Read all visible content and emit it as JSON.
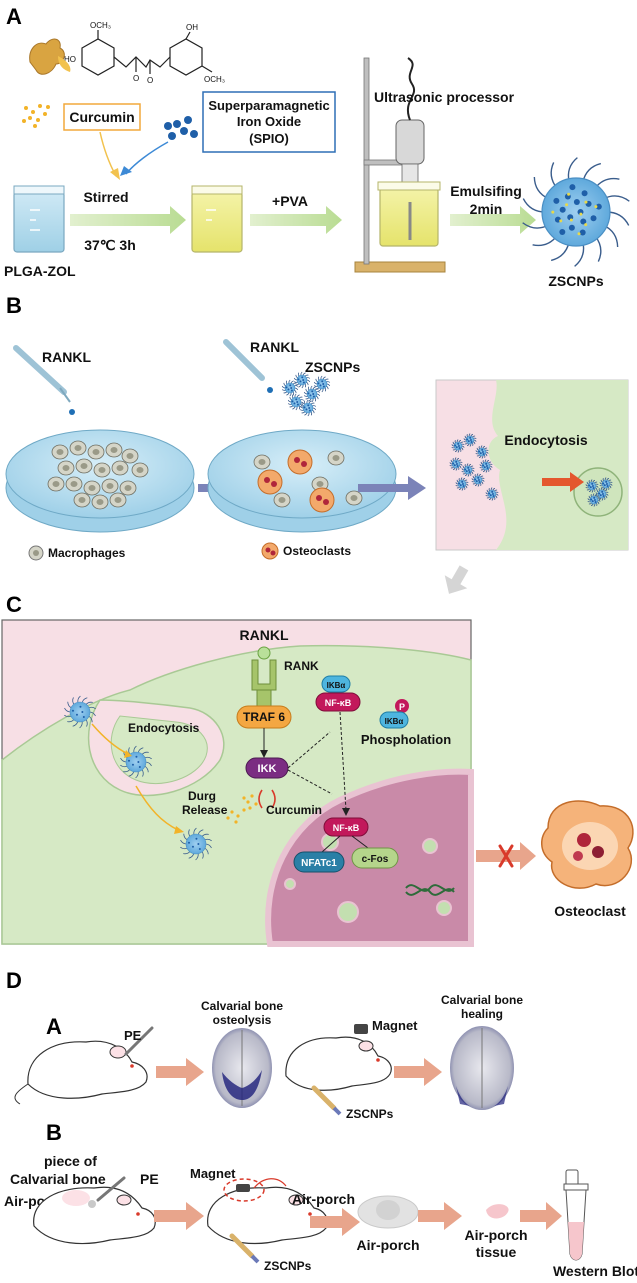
{
  "panels": {
    "a": "A",
    "b": "B",
    "c": "C",
    "d": "D",
    "d_sub_a": "A",
    "d_sub_b": "B"
  },
  "panel_a": {
    "curcumin": "Curcumin",
    "spio_line1": "Superparamagnetic",
    "spio_line2": "Iron Oxide",
    "spio_line3": "(SPIO)",
    "ultrasonic": "Ultrasonic processor",
    "stirred": "Stirred",
    "conditions": "37℃ 3h",
    "pva": "+PVA",
    "emulsifing": "Emulsifing",
    "duration": "2min",
    "plga": "PLGA-ZOL",
    "zscnps": "ZSCNPs",
    "och3_top": "OCH₃",
    "och3_bottom": "OCH₃",
    "ho": "HO",
    "oh": "OH",
    "o1": "O",
    "o2": "O"
  },
  "panel_b": {
    "rankl1": "RANKL",
    "rankl2": "RANKL",
    "zscnps": "ZSCNPs",
    "endocytosis": "Endocytosis",
    "macrophages": "Macrophages",
    "osteoclasts": "Osteoclasts"
  },
  "panel_c": {
    "rankl": "RANKL",
    "rank": "RANK",
    "traf6": "TRAF 6",
    "ikba1": "IKBα",
    "nfkb1": "NF-κB",
    "p": "P",
    "ikba2": "IKBα",
    "phospholation": "Phospholation",
    "ikk": "IKK",
    "curcumin": "Curcumin",
    "endocytosis": "Endocytosis",
    "durg": "Durg",
    "release": "Release",
    "nfkb2": "NF-κB",
    "nfatc1": "NFATc1",
    "cfos": "c-Fos",
    "osteoclast": "Osteoclast"
  },
  "panel_d": {
    "pe1": "PE",
    "osteolysis_line1": "Calvarial bone",
    "osteolysis_line2": "osteolysis",
    "healing_line1": "Calvarial bone",
    "healing_line2": "healing",
    "magnet1": "Magnet",
    "zscnps1": "ZSCNPs",
    "piece_line1": "piece of",
    "piece_line2": "Calvarial bone",
    "pe2": "PE",
    "airporch1": "Air-porch",
    "magnet2": "Magnet",
    "airporch2": "Air-porch",
    "airporch3": "Air-porch",
    "tissue_line1": "Air-porch",
    "tissue_line2": "tissue",
    "zscnps2": "ZSCNPs",
    "western": "Western Blot"
  },
  "colors": {
    "arrow_green": "#c6e3a6",
    "arrow_purple": "#7b83b8",
    "arrow_salmon": "#e8a58c",
    "cell_green": "#cfe5bd",
    "nucleus_pink": "#c98aa8",
    "traf_orange": "#f4a742",
    "ikk_purple": "#7b2d82",
    "nfkb_magenta": "#c2185b",
    "nfatc1_blue": "#2a7fa6",
    "cfos_green": "#b5d58b",
    "particle_blue": "#1f6fb5",
    "box_blue": "#2e6fb6",
    "box_orange": "#f2a93b",
    "x_red": "#d93a2b"
  }
}
